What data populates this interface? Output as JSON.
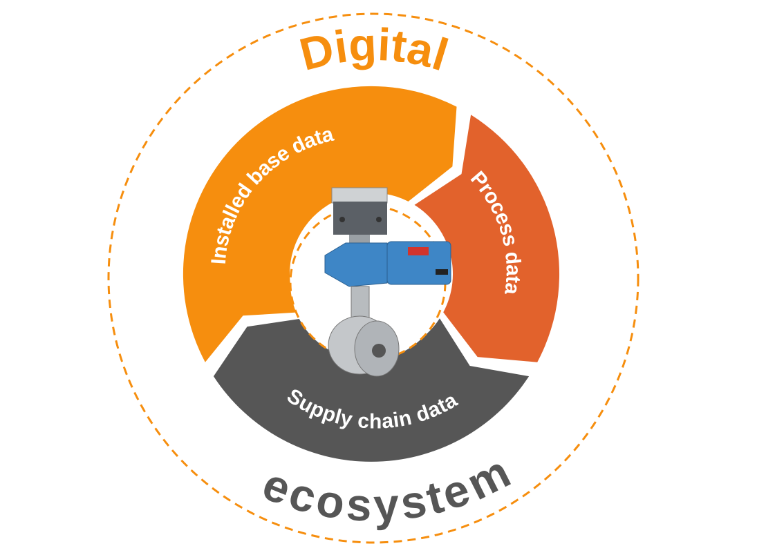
{
  "diagram": {
    "outer_title_top": "Digital",
    "outer_title_bottom": "ecosystem",
    "segments": [
      {
        "label": "Installed base data",
        "color": "#F68E0E"
      },
      {
        "label": "Process data",
        "color": "#E2622C"
      },
      {
        "label": "Supply chain data",
        "color": "#565656"
      }
    ],
    "center_image": "control-valve",
    "colors": {
      "orange": "#F68E0E",
      "gray": "#565656",
      "valve_blue": "#3E86C6"
    }
  }
}
